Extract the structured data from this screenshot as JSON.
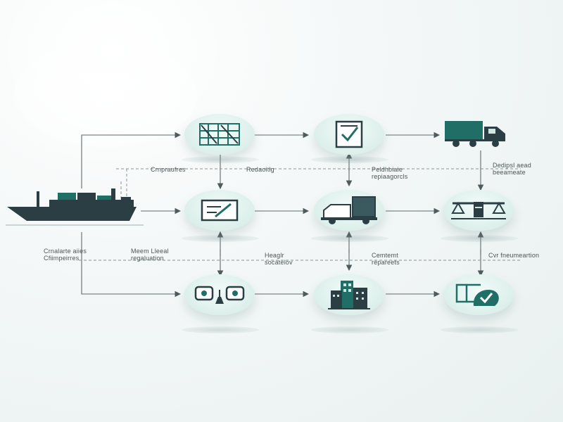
{
  "colors": {
    "primary": "#1f6f66",
    "dark": "#2a3e44",
    "line": "#5e6a6d",
    "accent": "#3fa696"
  },
  "nodes": [
    {
      "id": "ship",
      "icon": "cargo-ship-icon"
    },
    {
      "id": "n1",
      "icon": "warehouse-rack-icon"
    },
    {
      "id": "n2",
      "icon": "checklist-icon"
    },
    {
      "id": "n3",
      "icon": "delivery-truck-icon"
    },
    {
      "id": "n4",
      "icon": "document-check-icon"
    },
    {
      "id": "n5",
      "icon": "cargo-truck-icon"
    },
    {
      "id": "n6",
      "icon": "balance-scale-icon"
    },
    {
      "id": "n7",
      "icon": "customs-inspection-icon"
    },
    {
      "id": "n8",
      "icon": "building-icon"
    },
    {
      "id": "n9",
      "icon": "approval-stamp-icon"
    }
  ],
  "labels": {
    "l1": "Crnpraufres",
    "l2": "Redaoitlg",
    "l3": "Peldhbiaie\nrepiaagorcls",
    "l4": "Dedipsl aead\nbeeameate",
    "l5": "Crnalarte aiies\nCfiimpeirres",
    "l6": "Meem Lleeal\nregaluation",
    "l7": "Heaglr\nsocatelov",
    "l8": "Cemtemt\nrepareets",
    "l9": "Cvr fneumeartion"
  }
}
